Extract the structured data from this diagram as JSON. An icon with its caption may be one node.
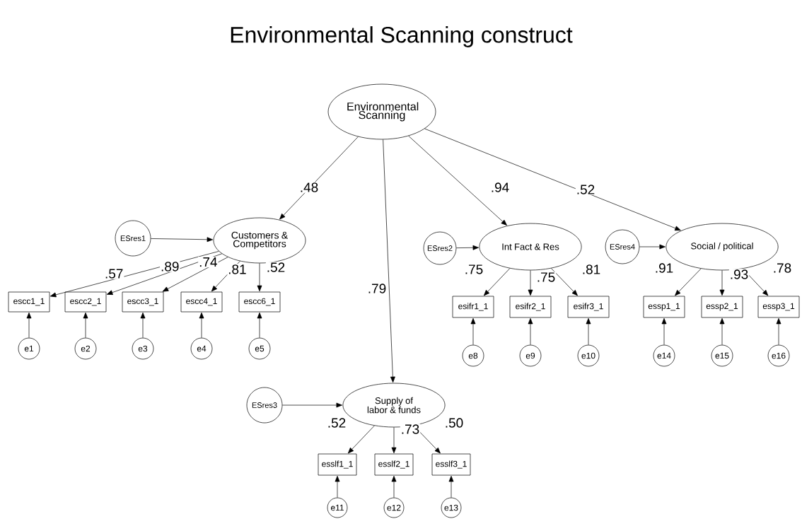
{
  "diagram": {
    "title": "Environmental Scanning construct",
    "nodes": [
      {
        "text": [
          "Environmental Scanning"
        ]
      },
      {
        "text": [
          "Customers & Competitors"
        ]
      },
      {
        "text": [
          "Int Fact & Res"
        ]
      },
      {
        "text": [
          "Social / political"
        ]
      },
      {
        "text": [
          "Supply of labor & funds"
        ]
      },
      {
        "text": [
          "ESres1"
        ]
      },
      {
        "text": [
          "ESres2"
        ]
      },
      {
        "text": [
          "ESres4"
        ]
      },
      {
        "text": [
          "ESres3"
        ]
      },
      {
        "text": [
          "escc1_1"
        ]
      },
      {
        "text": [
          "escc2_1"
        ]
      },
      {
        "text": [
          "escc3_1"
        ]
      },
      {
        "text": [
          "escc4_1"
        ]
      },
      {
        "text": [
          "escc6_1"
        ]
      },
      {
        "text": [
          "esifr1_1"
        ]
      },
      {
        "text": [
          "esifr2_1"
        ]
      },
      {
        "text": [
          "esifr3_1"
        ]
      },
      {
        "text": [
          "essp1_1"
        ]
      },
      {
        "text": [
          "essp2_1"
        ]
      },
      {
        "text": [
          "essp3_1"
        ]
      },
      {
        "text": [
          "esslf1_1"
        ]
      },
      {
        "text": [
          "esslf2_1"
        ]
      },
      {
        "text": [
          "esslf3_1"
        ]
      },
      {
        "text": [
          "e1"
        ]
      },
      {
        "text": [
          "e2"
        ]
      },
      {
        "text": [
          "e3"
        ]
      },
      {
        "text": [
          "e4"
        ]
      },
      {
        "text": [
          "e5"
        ]
      },
      {
        "text": [
          "e8"
        ]
      },
      {
        "text": [
          "e9"
        ]
      },
      {
        "text": [
          "e10"
        ]
      },
      {
        "text": [
          "e14"
        ]
      },
      {
        "text": [
          "e15"
        ]
      },
      {
        "text": [
          "e16"
        ]
      },
      {
        "text": [
          "e11"
        ]
      },
      {
        "text": [
          "e12"
        ]
      },
      {
        "text": [
          "e13"
        ]
      }
    ],
    "edges": [
      {
        "from": 0,
        "to": 1,
        "arrow": "to",
        "label": ".48"
      },
      {
        "from": 0,
        "to": 4,
        "arrow": "to",
        "label": ".79"
      },
      {
        "from": 0,
        "to": 2,
        "arrow": "to",
        "label": ".94"
      },
      {
        "from": 0,
        "to": 3,
        "arrow": "to",
        "label": ".52"
      },
      {
        "from": 5,
        "to": 1,
        "arrow": "to"
      },
      {
        "from": 1,
        "to": 9,
        "arrow": "to",
        "label": ".57"
      },
      {
        "from": 1,
        "to": 10,
        "arrow": "to",
        "label": ".89"
      },
      {
        "from": 1,
        "to": 11,
        "arrow": "to",
        "label": ".74"
      },
      {
        "from": 1,
        "to": 12,
        "arrow": "to",
        "label": ".81"
      },
      {
        "from": 1,
        "to": 13,
        "arrow": "to",
        "label": ".52"
      },
      {
        "from": 23,
        "to": 9,
        "arrow": "to"
      },
      {
        "from": 24,
        "to": 10,
        "arrow": "to"
      },
      {
        "from": 25,
        "to": 11,
        "arrow": "to"
      },
      {
        "from": 26,
        "to": 12,
        "arrow": "to"
      },
      {
        "from": 27,
        "to": 13,
        "arrow": "to"
      },
      {
        "from": 6,
        "to": 2,
        "arrow": "to"
      },
      {
        "from": 2,
        "to": 14,
        "arrow": "to",
        "label": ".75"
      },
      {
        "from": 2,
        "to": 15,
        "arrow": "to",
        "label": ".75"
      },
      {
        "from": 2,
        "to": 16,
        "arrow": "to",
        "label": ".81"
      },
      {
        "from": 28,
        "to": 14,
        "arrow": "to"
      },
      {
        "from": 29,
        "to": 15,
        "arrow": "to"
      },
      {
        "from": 30,
        "to": 16,
        "arrow": "to"
      },
      {
        "from": 7,
        "to": 3,
        "arrow": "to"
      },
      {
        "from": 3,
        "to": 17,
        "arrow": "to",
        "label": ".91"
      },
      {
        "from": 3,
        "to": 18,
        "arrow": "to",
        "label": ".93"
      },
      {
        "from": 3,
        "to": 19,
        "arrow": "to",
        "label": ".78"
      },
      {
        "from": 31,
        "to": 17,
        "arrow": "to"
      },
      {
        "from": 32,
        "to": 18,
        "arrow": "to"
      },
      {
        "from": 33,
        "to": 19,
        "arrow": "to"
      },
      {
        "from": 8,
        "to": 4,
        "arrow": "to"
      },
      {
        "from": 4,
        "to": 20,
        "arrow": "to",
        "label": ".52"
      },
      {
        "from": 4,
        "to": 21,
        "arrow": "to",
        "label": ".73"
      },
      {
        "from": 4,
        "to": 22,
        "arrow": "to",
        "label": ".50"
      },
      {
        "from": 34,
        "to": 20,
        "arrow": "to"
      },
      {
        "from": 35,
        "to": 21,
        "arrow": "to"
      },
      {
        "from": 36,
        "to": 22,
        "arrow": "to"
      }
    ]
  }
}
